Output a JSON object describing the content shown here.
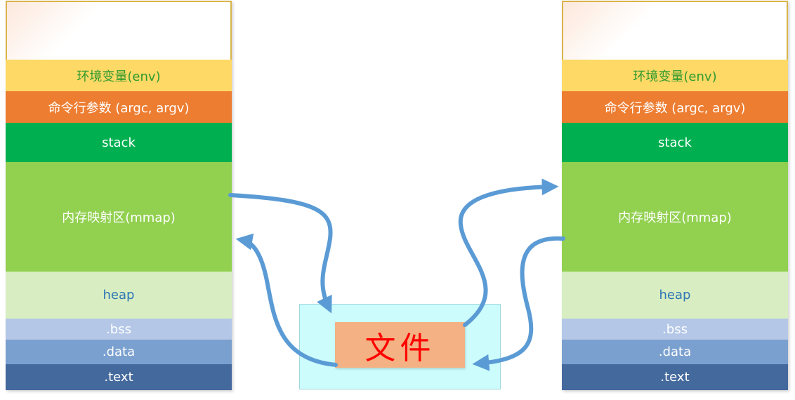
{
  "left_column": {
    "env": "环境变量(env)",
    "args": "命令行参数 (argc, argv)",
    "stack": "stack",
    "mmap": "内存映射区(mmap)",
    "heap": "heap",
    "bss": ".bss",
    "data": ".data",
    "text": ".text"
  },
  "right_column": {
    "env": "环境变量(env)",
    "args": "命令行参数 (argc, argv)",
    "stack": "stack",
    "mmap": "内存映射区(mmap)",
    "heap": "heap",
    "bss": ".bss",
    "data": ".data",
    "text": ".text"
  },
  "file": {
    "label": "文件"
  },
  "colors": {
    "arrow": "#5b9bd5",
    "env": "#ffd966",
    "args": "#ed7d31",
    "stack": "#00b050",
    "mmap": "#92d050",
    "heap": "#d8eec2",
    "bss": "#b4c7e7",
    "data": "#7aa0cf",
    "text": "#44699d",
    "file_panel": "#ccfcfc",
    "file_box": "#f4b183",
    "file_text": "#ff0000"
  }
}
